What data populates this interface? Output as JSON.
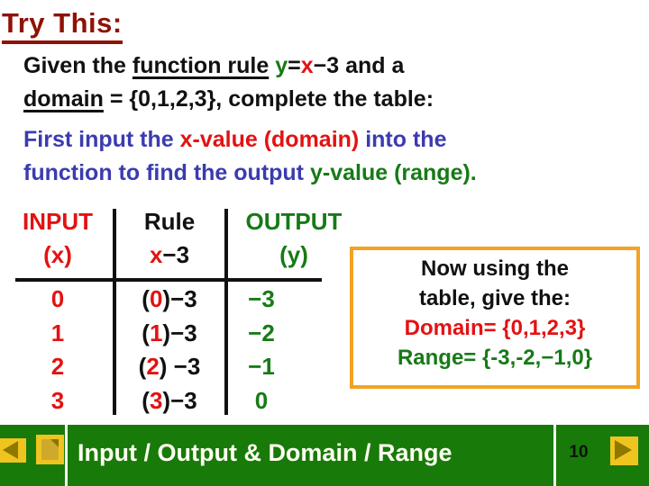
{
  "colors": {
    "title_red": "#8E1205",
    "red": "#E31212",
    "green": "#177A17",
    "blue": "#3B3BB0",
    "black": "#111111",
    "orange": "#F2A324",
    "bar_green": "#187A08",
    "gold": "#EFC41F",
    "dark_gold": "#8F7800",
    "bar_text": "#FFFFF2"
  },
  "title": {
    "text": "Try This:"
  },
  "paragraph1": {
    "lines": [
      [
        {
          "text": "Given the ",
          "color": "black"
        },
        {
          "text": "function rule",
          "color": "black",
          "underline": true
        },
        {
          "text": " ",
          "color": "black"
        },
        {
          "text": "y",
          "color": "green"
        },
        {
          "text": "=",
          "color": "black"
        },
        {
          "text": "x",
          "color": "red"
        },
        {
          "text": "−3 and a",
          "color": "black"
        }
      ],
      [
        {
          "text": "domain",
          "color": "black",
          "underline": true
        },
        {
          "text": " = {0,1,2,3}, complete the table:",
          "color": "black"
        }
      ]
    ]
  },
  "paragraph2": {
    "lines": [
      [
        {
          "text": "First input the ",
          "color": "blue"
        },
        {
          "text": "x-value (domain)",
          "color": "red"
        },
        {
          "text": " into the",
          "color": "blue"
        }
      ],
      [
        {
          "text": "function to find the output ",
          "color": "blue"
        },
        {
          "text": "y-value (range).",
          "color": "green"
        }
      ]
    ]
  },
  "table": {
    "header_line1": [
      [
        {
          "text": "INPUT",
          "color": "red"
        }
      ],
      [
        {
          "text": "Rule",
          "color": "black"
        }
      ],
      [
        {
          "text": "OUTPUT",
          "color": "green"
        }
      ]
    ],
    "header_line2": [
      [
        {
          "text": "(x)",
          "color": "red"
        }
      ],
      [
        {
          "text": "x",
          "color": "red"
        },
        {
          "text": "−3",
          "color": "black"
        }
      ],
      [
        {
          "text": "(y)",
          "color": "green"
        }
      ]
    ],
    "rows": [
      {
        "input": [
          {
            "text": "0",
            "color": "red"
          }
        ],
        "rule": [
          {
            "text": "(",
            "color": "black"
          },
          {
            "text": "0",
            "color": "red"
          },
          {
            "text": ")−3",
            "color": "black"
          }
        ],
        "output": [
          {
            "text": "−3",
            "color": "green"
          }
        ]
      },
      {
        "input": [
          {
            "text": "1",
            "color": "red"
          }
        ],
        "rule": [
          {
            "text": "(",
            "color": "black"
          },
          {
            "text": "1",
            "color": "red"
          },
          {
            "text": ")−3",
            "color": "black"
          }
        ],
        "output": [
          {
            "text": "−2",
            "color": "green"
          }
        ]
      },
      {
        "input": [
          {
            "text": "2",
            "color": "red"
          }
        ],
        "rule": [
          {
            "text": "(",
            "color": "black"
          },
          {
            "text": "2",
            "color": "red"
          },
          {
            "text": ") −3",
            "color": "black"
          }
        ],
        "output": [
          {
            "text": "−1",
            "color": "green"
          }
        ]
      },
      {
        "input": [
          {
            "text": "3",
            "color": "red"
          }
        ],
        "rule": [
          {
            "text": "(",
            "color": "black"
          },
          {
            "text": "3",
            "color": "red"
          },
          {
            "text": ")−3",
            "color": "black"
          }
        ],
        "output": [
          {
            "text": "0",
            "color": "green"
          }
        ]
      }
    ]
  },
  "callout": {
    "lines": [
      {
        "text": "Now using the",
        "color": "black"
      },
      {
        "text": "table, give the:",
        "color": "black"
      },
      {
        "text": "Domain= {0,1,2,3}",
        "color": "red"
      },
      {
        "text": "Range= {-3,-2,−1,0}",
        "color": "green"
      }
    ]
  },
  "footer": {
    "title": "Input / Output & Domain / Range",
    "page_number": "10",
    "icons": {
      "back": "back-arrow-icon",
      "document": "page-icon",
      "next": "next-arrow-icon"
    }
  }
}
